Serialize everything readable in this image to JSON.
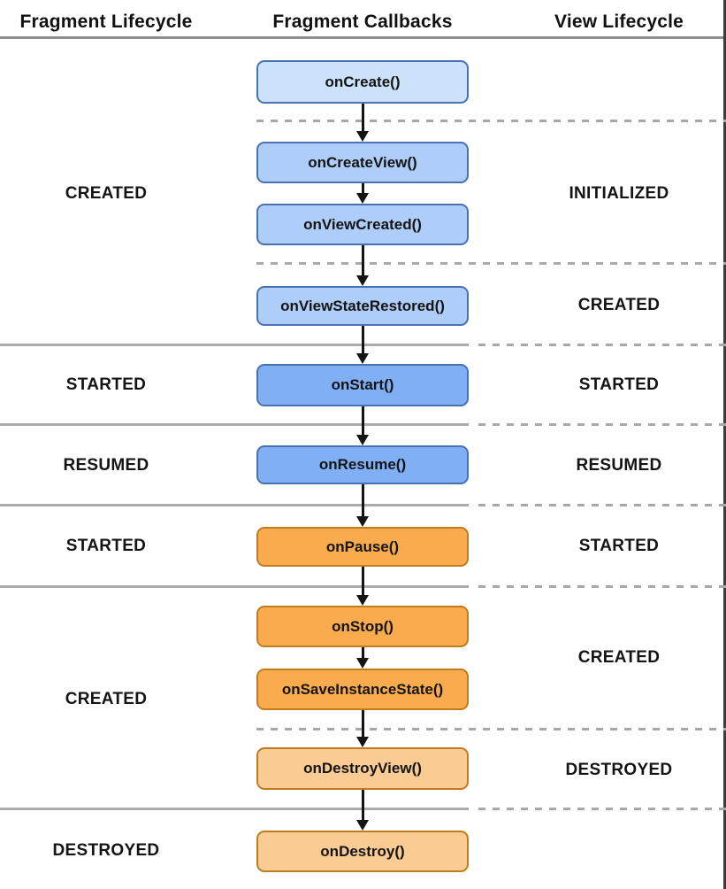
{
  "header": {
    "columns": [
      {
        "label": "Fragment Lifecycle"
      },
      {
        "label": "Fragment Callbacks"
      },
      {
        "label": "View Lifecycle"
      }
    ]
  },
  "callbacks": [
    {
      "label": "onCreate()",
      "style": "blue_lightest"
    },
    {
      "label": "onCreateView()",
      "style": "blue_light"
    },
    {
      "label": "onViewCreated()",
      "style": "blue_light"
    },
    {
      "label": "onViewStateRestored()",
      "style": "blue_light"
    },
    {
      "label": "onStart()",
      "style": "blue"
    },
    {
      "label": "onResume()",
      "style": "blue"
    },
    {
      "label": "onPause()",
      "style": "orange"
    },
    {
      "label": "onStop()",
      "style": "orange"
    },
    {
      "label": "onSaveInstanceState()",
      "style": "orange"
    },
    {
      "label": "onDestroyView()",
      "style": "orange_light"
    },
    {
      "label": "onDestroy()",
      "style": "orange_light"
    }
  ],
  "fragment_states": [
    "CREATED",
    "STARTED",
    "RESUMED",
    "STARTED",
    "CREATED",
    "DESTROYED"
  ],
  "view_states": [
    "INITIALIZED",
    "CREATED",
    "STARTED",
    "RESUMED",
    "STARTED",
    "CREATED",
    "DESTROYED"
  ],
  "colors": {
    "blue_lightest": {
      "fill": "#CCE2FB",
      "border": "#4872B0"
    },
    "blue_light": {
      "fill": "#AECDF8",
      "border": "#4872B0"
    },
    "blue": {
      "fill": "#80AFF4",
      "border": "#4872B0"
    },
    "orange": {
      "fill": "#FAAB4D",
      "border": "#C07C1F"
    },
    "orange_light": {
      "fill": "#FACB93",
      "border": "#C07C1F"
    },
    "separator_gray": "#A9A9A9",
    "arrow_black": "#141414"
  }
}
